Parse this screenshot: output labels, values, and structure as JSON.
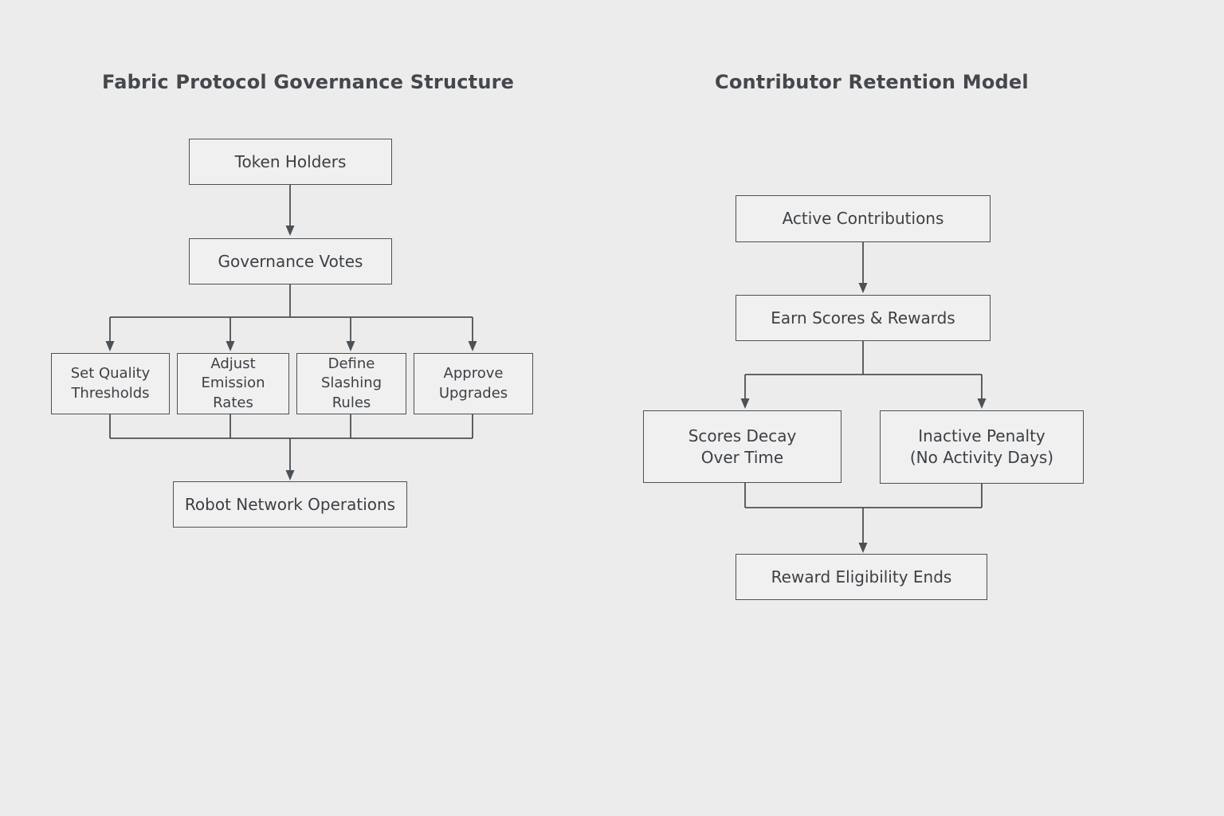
{
  "page": {
    "background_color": "#ececec",
    "node_fill_color": "#f0f0f0",
    "node_border_color": "#4c5156",
    "text_color": "#3c4045",
    "title_color": "#44474b"
  },
  "charts": [
    {
      "id": "governance",
      "title": "Fabric Protocol Governance Structure",
      "nodes": {
        "token_holders": "Token Holders",
        "governance_votes": "Governance Votes",
        "set_quality_line1": "Set Quality",
        "set_quality_line2": "Thresholds",
        "adjust_line1": "Adjust",
        "adjust_line2": "Emission Rates",
        "define_line1": "Define",
        "define_line2": "Slashing Rules",
        "approve_line1": "Approve",
        "approve_line2": "Upgrades",
        "robot_ops": "Robot Network Operations"
      },
      "flow": [
        "Token Holders -> Governance Votes",
        "Governance Votes -> Set Quality Thresholds",
        "Governance Votes -> Adjust Emission Rates",
        "Governance Votes -> Define Slashing Rules",
        "Governance Votes -> Approve Upgrades",
        "Set Quality Thresholds -> Robot Network Operations",
        "Adjust Emission Rates -> Robot Network Operations",
        "Define Slashing Rules -> Robot Network Operations",
        "Approve Upgrades -> Robot Network Operations"
      ]
    },
    {
      "id": "retention",
      "title": "Contributor Retention Model",
      "nodes": {
        "active_contributions": "Active Contributions",
        "earn_scores": "Earn Scores & Rewards",
        "scores_decay_line1": "Scores Decay",
        "scores_decay_line2": "Over Time",
        "inactive_penalty_line1": "Inactive Penalty",
        "inactive_penalty_line2": "(No Activity Days)",
        "reward_ends": "Reward Eligibility Ends"
      },
      "flow": [
        "Active Contributions -> Earn Scores & Rewards",
        "Earn Scores & Rewards -> Scores Decay Over Time",
        "Earn Scores & Rewards -> Inactive Penalty (No Activity Days)",
        "Scores Decay Over Time -> Reward Eligibility Ends",
        "Inactive Penalty (No Activity Days) -> Reward Eligibility Ends"
      ]
    }
  ]
}
